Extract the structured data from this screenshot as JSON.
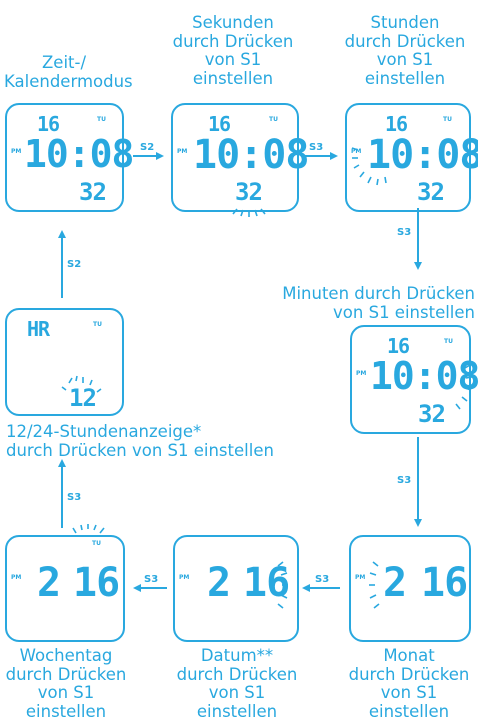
{
  "captions": {
    "zeit": "Zeit-/\nKalendermodus",
    "sekunden": "Sekunden\ndurch Drücken\nvon S1\neinstellen",
    "stunden": "Stunden\ndurch Drücken\nvon S1\neinstellen",
    "minuten": "Minuten durch Drücken\nvon S1 einstellen",
    "stunden12_24": "12/24-Stundenanzeige*\ndurch Drücken von S1 einstellen",
    "wochentag": "Wochentag\ndurch Drücken\nvon S1\neinstellen",
    "datum": "Datum**\ndurch Drücken\nvon S1\neinstellen",
    "monat": "Monat\ndurch Drücken\nvon S1\neinstellen"
  },
  "buttons": {
    "s2": "S2",
    "s3": "S3"
  },
  "display": {
    "date": "16",
    "time": "10:08",
    "seconds": "32",
    "day_indicator": "TU",
    "pm_indicator": "PM",
    "hr_label": "HR",
    "hour_mode": "12",
    "month": "2",
    "day": "16"
  },
  "colors": {
    "line": "#29a8df"
  }
}
